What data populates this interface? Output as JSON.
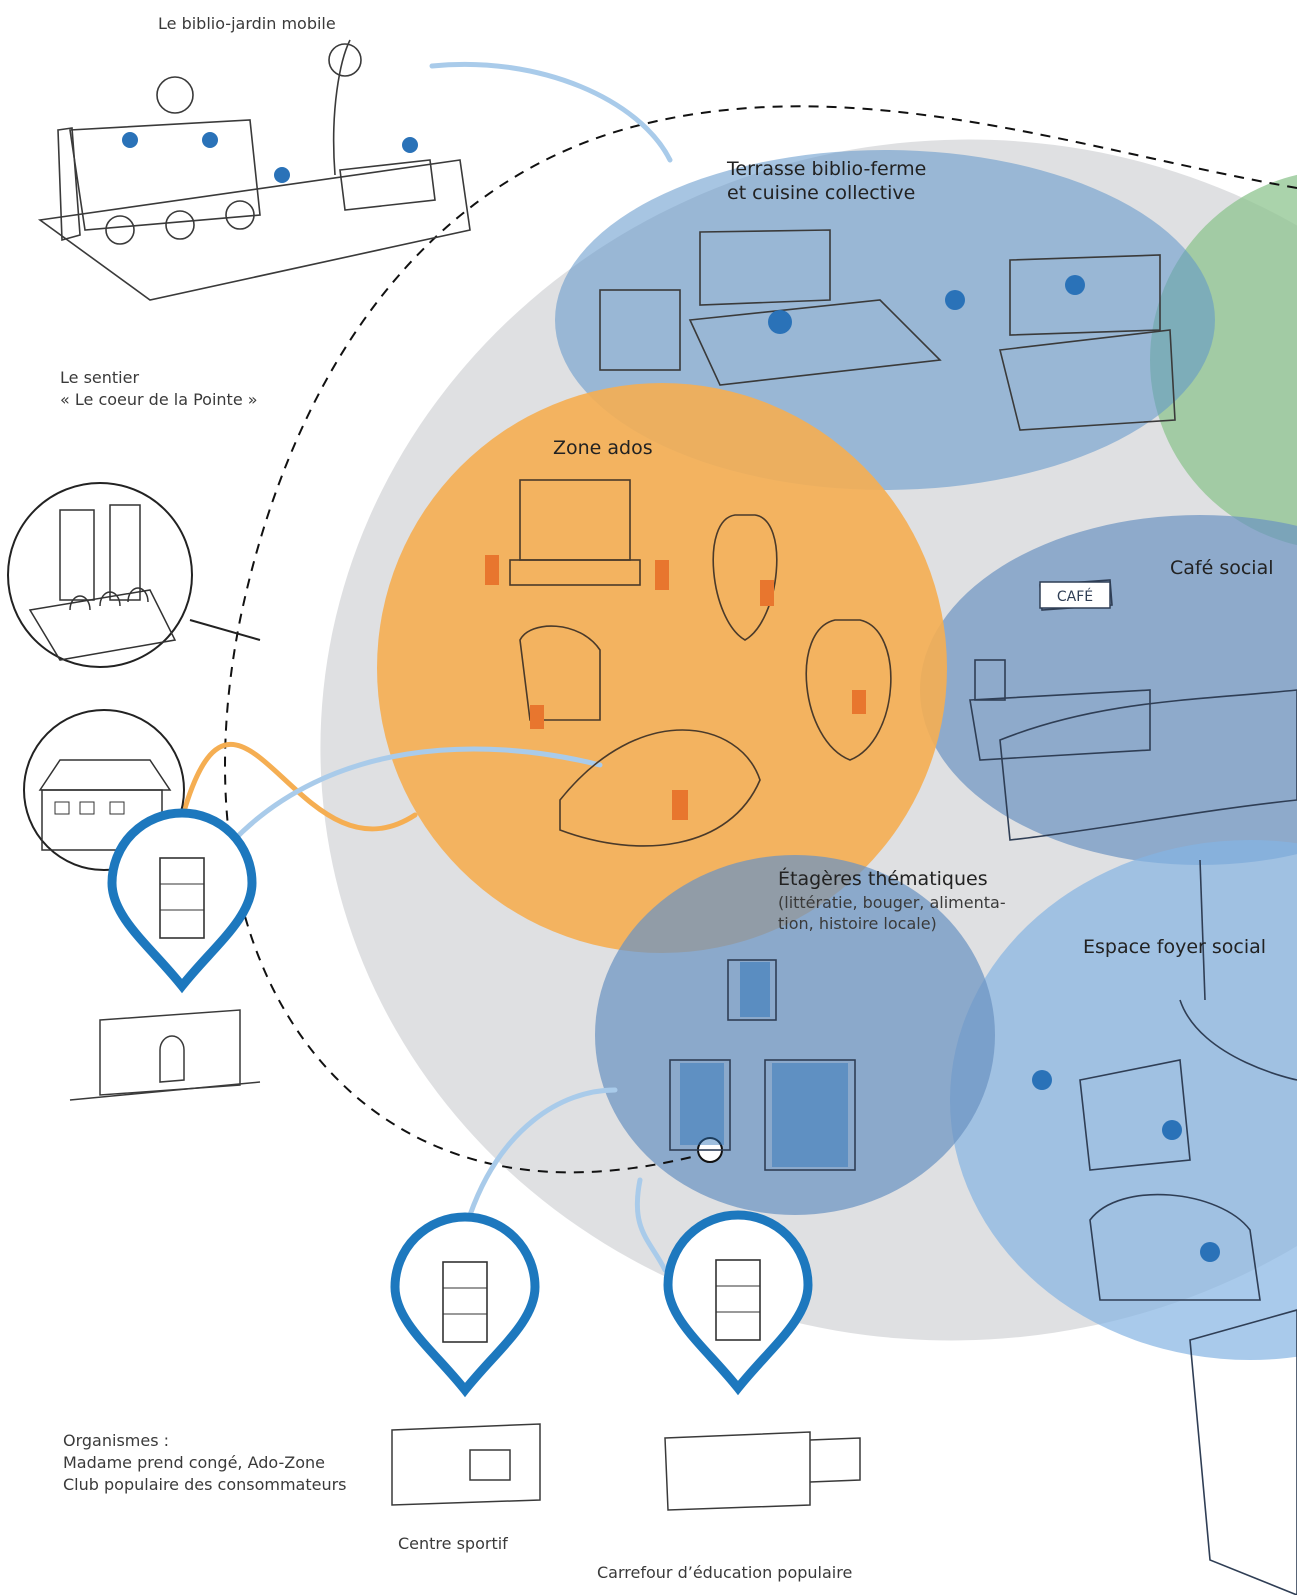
{
  "labels": {
    "biblio_jardin": "Le biblio-jardin mobile",
    "sentier_1": "Le sentier",
    "sentier_2": "« Le coeur de la Pointe »",
    "terrasse_1": "Terrasse biblio-ferme",
    "terrasse_2": "et cuisine collective",
    "zone_ados": "Zone ados",
    "cafe_social": "Café social",
    "cafe_sign": "CAFÉ",
    "etageres_1": "Étagères thématiques",
    "etageres_2": "(littératie, bouger, alimenta-",
    "etageres_3": "tion, histoire locale)",
    "foyer_social": "Espace foyer social",
    "organismes_1": "Organismes :",
    "organismes_2": "Madame prend congé, Ado-Zone",
    "organismes_3": "Club populaire des consommateurs",
    "centre_sportif": "Centre sportif",
    "carrefour": "Carrefour d’éducation populaire"
  },
  "colors": {
    "grey_zone": "#dcdddf",
    "blue_zone": "#6f9fd0",
    "light_blue_zone": "#8fbbe6",
    "orange_zone": "#f5ae52",
    "green_zone": "#8dc48f",
    "connector_blue": "#a9cbea",
    "connector_orange": "#f5ae52",
    "pin_blue": "#1d78be",
    "sketch_line": "#3a3a3a",
    "accent_orange": "#e8762e",
    "accent_blue": "#2a72b8"
  },
  "icons": [
    "location-pin-icon",
    "bookshelf-icon",
    "cafe-sign-icon"
  ]
}
